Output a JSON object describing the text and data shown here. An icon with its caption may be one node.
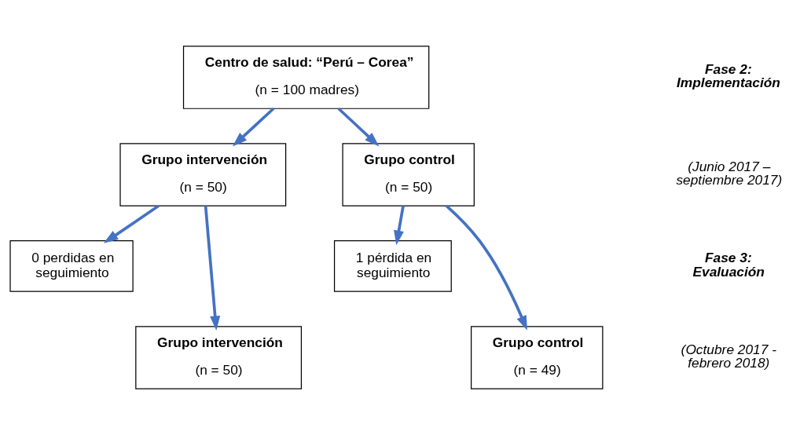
{
  "diagram": {
    "nodes": [
      {
        "text": [
          "Centro de salud: “Perú – Corea”",
          "(n = 100 madres)"
        ]
      },
      {
        "text": [
          "Grupo intervención",
          "(n = 50)"
        ]
      },
      {
        "text": [
          "Grupo control",
          "(n = 50)"
        ]
      },
      {
        "text": [
          "0 perdidas en seguimiento"
        ]
      },
      {
        "text": [
          "Grupo intervención",
          "(n = 50)"
        ]
      },
      {
        "text": [
          "1 pérdida en seguimiento"
        ]
      },
      {
        "text": [
          "Grupo control",
          "(n = 49)"
        ]
      }
    ],
    "edges": [
      {
        "from": 0,
        "to": 1,
        "arrow": "to"
      },
      {
        "from": 0,
        "to": 2,
        "arrow": "to"
      },
      {
        "from": 1,
        "to": 3,
        "arrow": "to"
      },
      {
        "from": 1,
        "to": 4,
        "arrow": "to"
      },
      {
        "from": 2,
        "to": 5,
        "arrow": "to"
      },
      {
        "from": 2,
        "to": 6,
        "arrow": "to"
      }
    ],
    "labels": [
      "Fase 2: Implementación",
      "(Junio 2017 – septiembre 2017)",
      "Fase 3: Evaluación",
      "(Octubre 2017 - febrero 2018)"
    ]
  }
}
